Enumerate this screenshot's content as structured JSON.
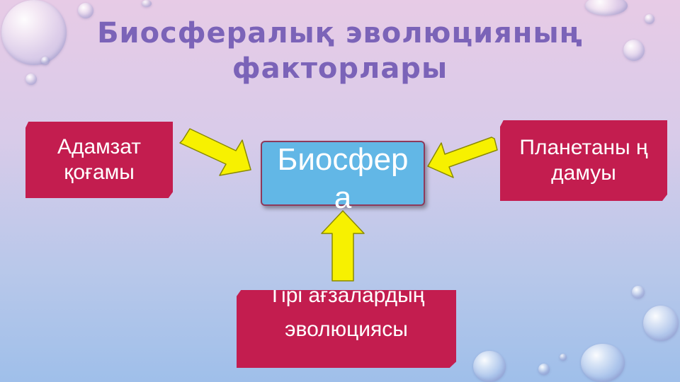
{
  "title_line1": "Биосфералық эволюцияның",
  "title_line2": "факторлары",
  "nodes": {
    "left": "Адамзат қоғамы",
    "center": "Биосфер а",
    "right": "Планетаны ң дамуы",
    "bottom": "Тірі ағзалардың эволюциясы"
  },
  "colors": {
    "title": "#7b63b8",
    "red_box": "#c31d4f",
    "center_box": "#62b7e6",
    "arrow_fill": "#f7f100"
  }
}
